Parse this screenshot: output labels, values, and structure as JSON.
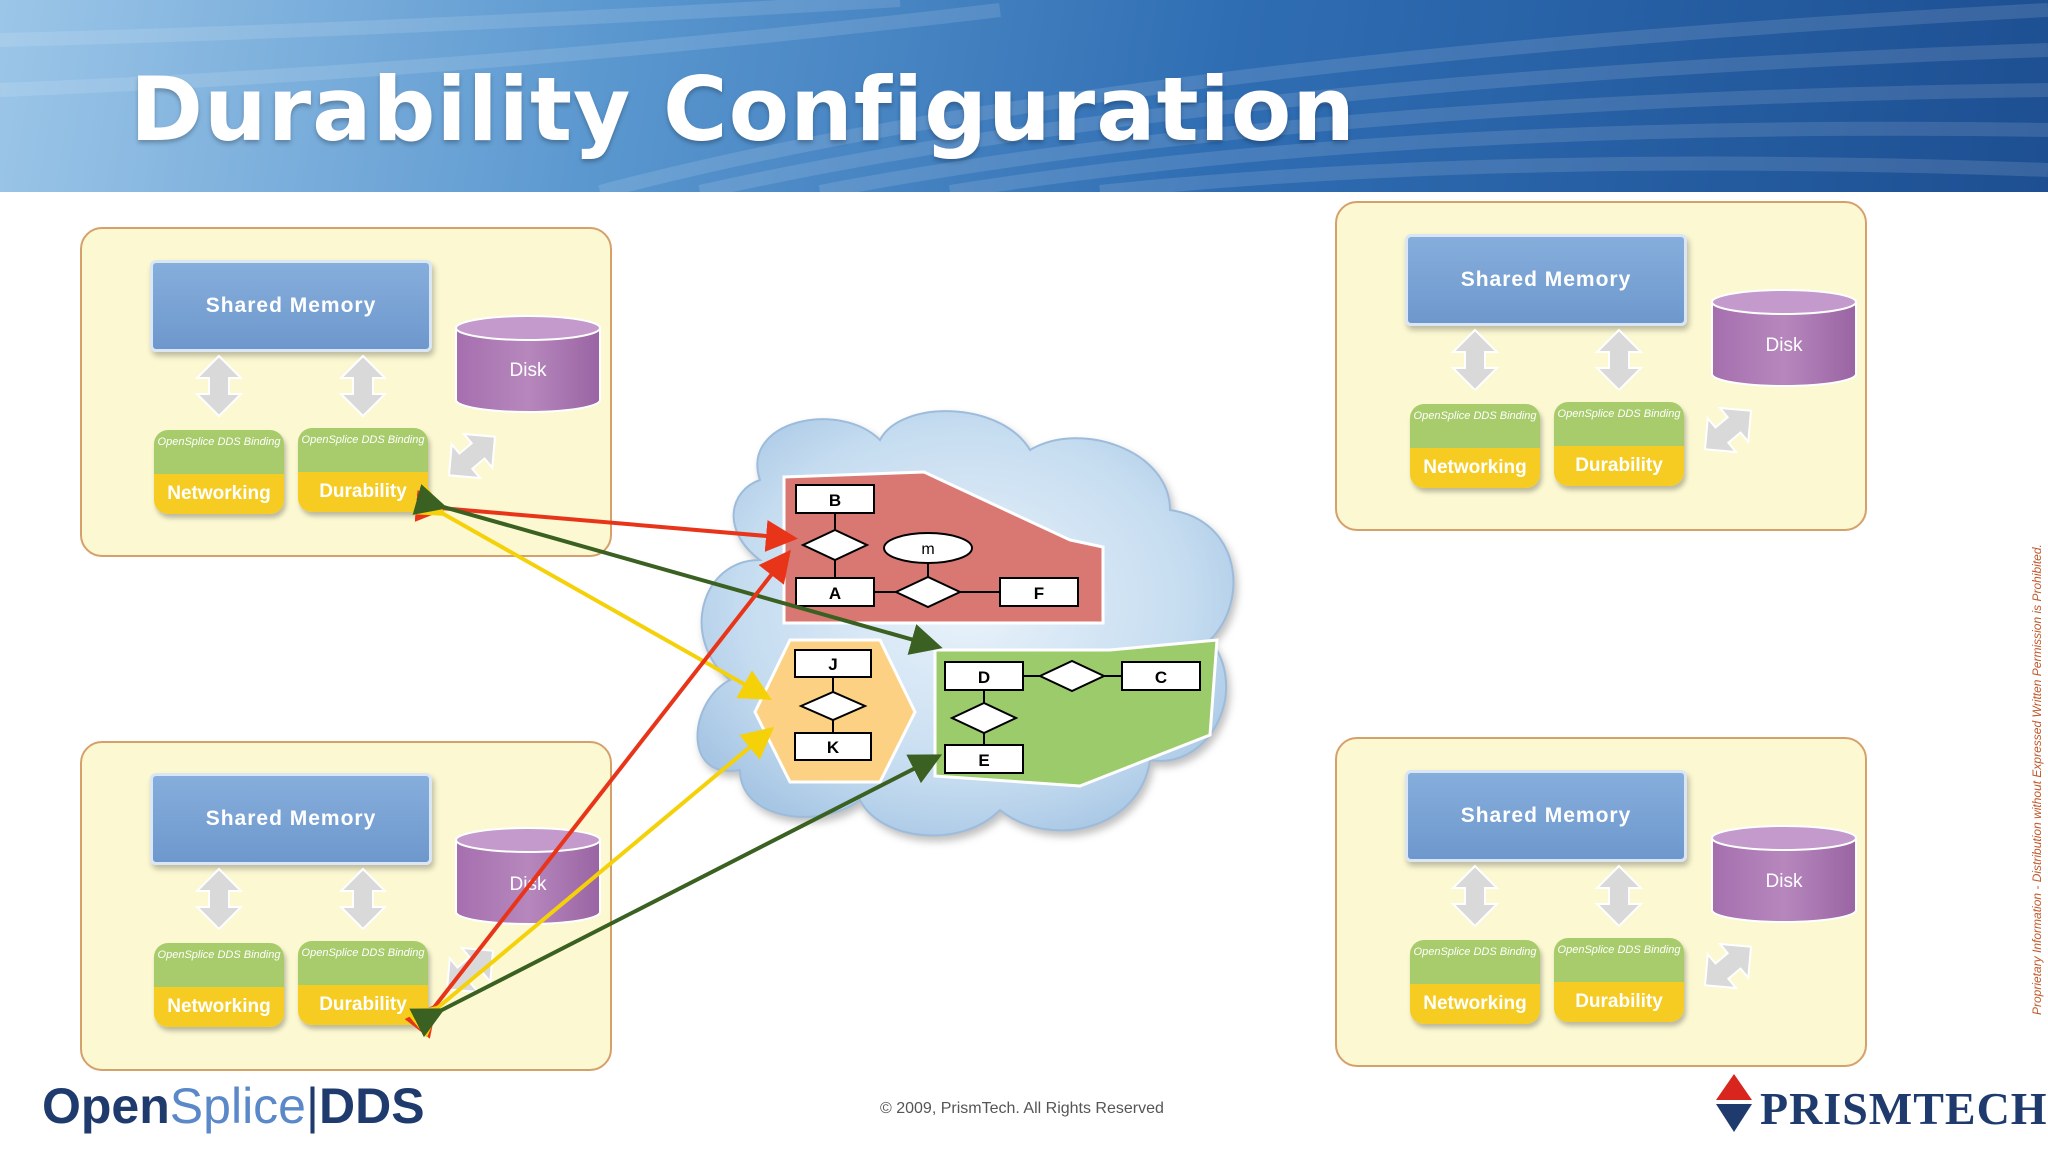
{
  "title": "Durability Configuration",
  "node": {
    "shared_memory": "Shared Memory",
    "disk": "Disk",
    "binding": "OpenSplice DDS Binding",
    "networking": "Networking",
    "durability": "Durability"
  },
  "cloud": {
    "entities": {
      "B": "B",
      "A": "A",
      "F": "F",
      "m": "m",
      "J": "J",
      "K": "K",
      "D": "D",
      "C": "C",
      "E": "E"
    }
  },
  "colors": {
    "red_partition": "#d97872",
    "green_partition": "#9ccb6b",
    "orange_partition": "#fdd183",
    "red_arrow": "#e8351a",
    "yellow_arrow": "#f5d10a",
    "green_arrow": "#3a6121"
  },
  "footer": {
    "copyright": "© 2009, PrismTech. All Rights Reserved",
    "logo_left_a": "Open",
    "logo_left_b": "Splice",
    "logo_left_sep": "|",
    "logo_left_c": "DDS",
    "logo_right": "PRISMTECH",
    "side_note": "Proprietary Information - Distribution without Expressed Written Permission is Prohibited."
  }
}
